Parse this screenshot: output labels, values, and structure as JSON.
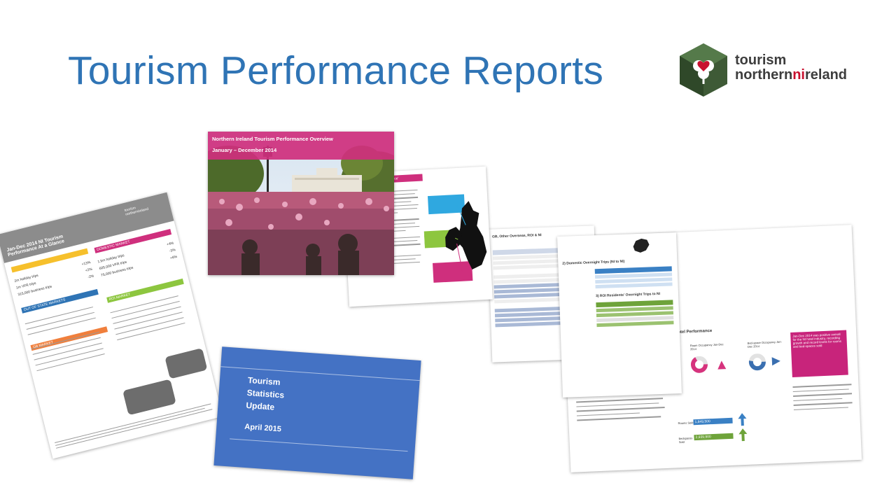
{
  "slide": {
    "title": "Tourism Performance Reports"
  },
  "logo": {
    "line1": "tourism",
    "line2_a": "northern",
    "line2_b": "ni",
    "line2_c": "reland"
  },
  "colors": {
    "title_blue": "#2f74b5",
    "logo_green": "#3e5a36",
    "logo_red": "#c8102e",
    "cover_blue": "#4472c4",
    "overview_pink": "#cf2f7d",
    "glance_grey": "#8c8c8c"
  },
  "reports": {
    "glance": {
      "title": "Jan-Dec 2014 NI Tourism Performance At a Glance",
      "brand": "tourism northernireland",
      "domestic_label": "DOMESTIC MARKET",
      "roi_label": "ROI MARKET",
      "out_of_state_label": "OUT OF STATE MARKETS",
      "gb_label": "GB MARKET",
      "rows": [
        "2m holiday trips",
        "1m VFR trips",
        "315,000 business trips",
        "1.5m holiday trips",
        "605,000 VFR trips",
        "75,000 business trips"
      ],
      "pcts": [
        "+13%",
        "+2%",
        "-2%",
        "+4%",
        "-3%",
        "+6%"
      ]
    },
    "overview": {
      "title": "Northern Ireland Tourism Performance Overview",
      "period": "January – December 2014",
      "glance_heading": "Tourism Performance 'At Glance'"
    },
    "update": {
      "line1": "Tourism",
      "line2": "Statistics",
      "line3": "Update",
      "date": "April 2015"
    },
    "detail": {
      "section_other": "GB, Other Overseas, ROI & NI",
      "section_domestic": "2) Domestic Overnight Trips (NI to NI)",
      "section_roi": "3) ROI Residents' Overnight Trips to NI",
      "section_hotel": "5) Hotel Performance",
      "room_occupancy": "Room Occupancy Jan-Dec 2014",
      "bed_occupancy": "Bed-space Occupancy Jan-Dec 2014",
      "rooms_sold_label": "Rooms Sold",
      "rooms_sold_value": "1,849,500",
      "bedspaces_sold_label": "Bedspaces Sold",
      "bedspaces_sold_value": "2,939,900",
      "callout": "Jan-Dec 2014 was positive overall for the NI hotel industry, recording growth and record levels for rooms and bed-spaces sold"
    }
  }
}
